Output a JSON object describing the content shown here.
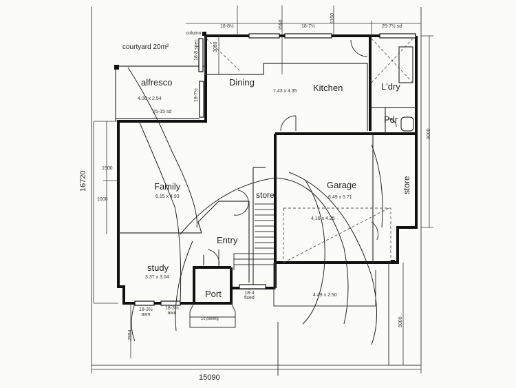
{
  "rooms": {
    "courtyard": "courtyard 20m²",
    "alfresco": "alfresco",
    "alfresco_size": "4.00 x 2.54",
    "dining": "Dining",
    "kitchen": "Kitchen",
    "kitchen_size": "7.43 x 4.35",
    "laundry": "L'dry",
    "powder": "Pdr",
    "family": "Family",
    "family_size": "6.15 x 4.93",
    "store1": "store",
    "store2": "store",
    "garage": "Garage",
    "garage_size": "6.49 x 5.71",
    "garage_inner": "4.16 x 4.35",
    "entry": "Entry",
    "study": "study",
    "study_size": "3.37 x 3.04",
    "porch": "Port",
    "driveway_size": "4.49 x 2.50",
    "paving": "1c paving"
  },
  "windows": {
    "w1": "18-8½",
    "w2": "18-7½",
    "w3": "25-7½ sd",
    "w4": "18-8 spec",
    "w5": "18-7½",
    "w6": "25-15 sd",
    "w7": "18-4\nfixed",
    "w8": "18-3½\nawn",
    "w9": "18-3½\nawn",
    "column": "column"
  },
  "dimensions": {
    "d2550": "2550",
    "d1150": "1150",
    "d3030": "3030",
    "d9000": "9000",
    "d16720": "16720",
    "d1500": "1500",
    "d1000": "1000",
    "d5000": "5000",
    "d2994": "2994",
    "d15090": "15090"
  },
  "colors": {
    "wall": "#111111",
    "line": "#333333",
    "paper": "#fbfbf8"
  }
}
